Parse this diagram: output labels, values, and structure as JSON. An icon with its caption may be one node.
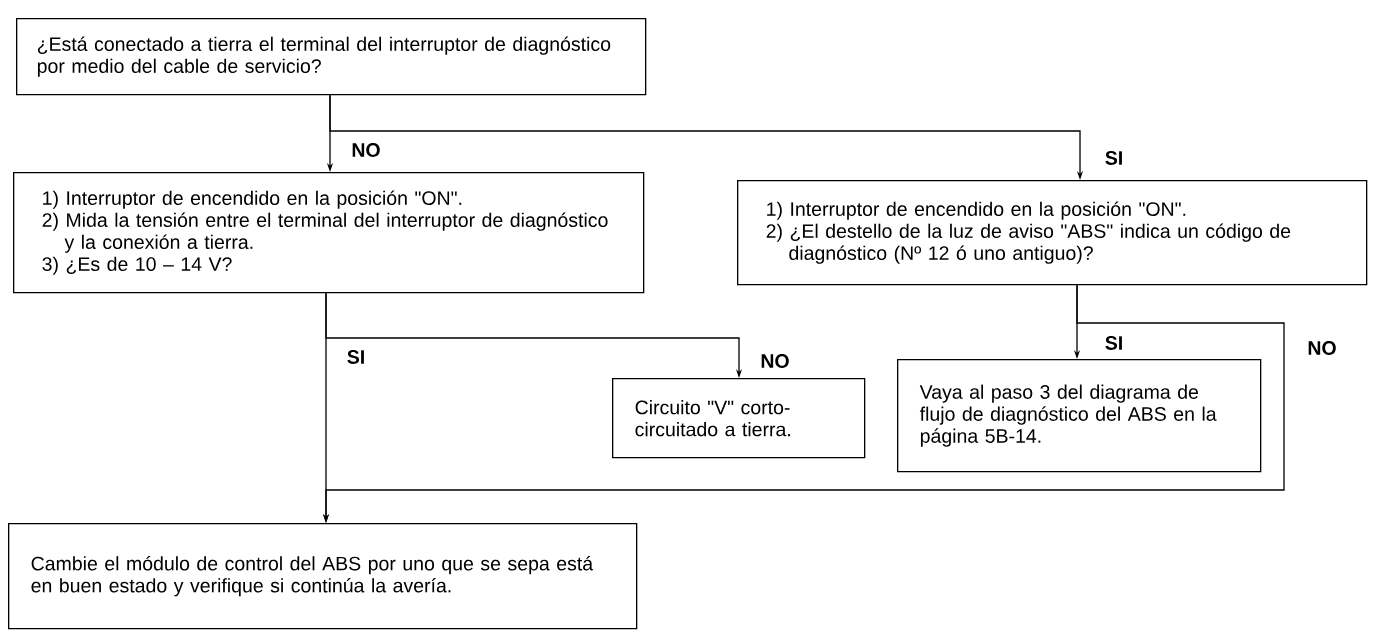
{
  "diagram": {
    "nodes": [
      {
        "text": [
          "¿Está conectado a tierra el terminal del interruptor de diagnóstico por medio del cable de servicio?"
        ]
      },
      {
        "text": [
          "1) Interruptor de encendido en la posición \"ON\".",
          "2) Mida la tensión entre el terminal del interruptor de diagnóstico y la conexión a tierra.",
          "3) ¿Es de 10 – 14 V?"
        ]
      },
      {
        "text": [
          "1) Interruptor de encendido en la posición \"ON\".",
          "2) ¿El destello de la luz de aviso \"ABS\" indica un código de diagnóstico (Nº 12 ó uno antiguo)?"
        ]
      },
      {
        "text": [
          "Circuito \"V\" corto-circuitado a tierra."
        ]
      },
      {
        "text": [
          "Vaya al paso 3 del diagrama de flujo de diagnóstico del ABS en la página 5B-14."
        ]
      },
      {
        "text": [
          "Cambie el módulo de control del ABS por uno que se sepa está en buen estado y verifique si continúa la avería."
        ]
      }
    ],
    "edges": [
      {
        "from": 0,
        "to": 1,
        "arrow": "to",
        "label": "NO"
      },
      {
        "from": 0,
        "to": 2,
        "arrow": "to",
        "label": "SI"
      },
      {
        "from": 1,
        "to": 5,
        "arrow": "to",
        "label": "SI"
      },
      {
        "from": 1,
        "to": 3,
        "arrow": "to",
        "label": "NO"
      },
      {
        "from": 2,
        "to": 4,
        "arrow": "to",
        "label": "SI"
      },
      {
        "from": 2,
        "to": 5,
        "arrow": "to",
        "label": "NO"
      }
    ]
  }
}
